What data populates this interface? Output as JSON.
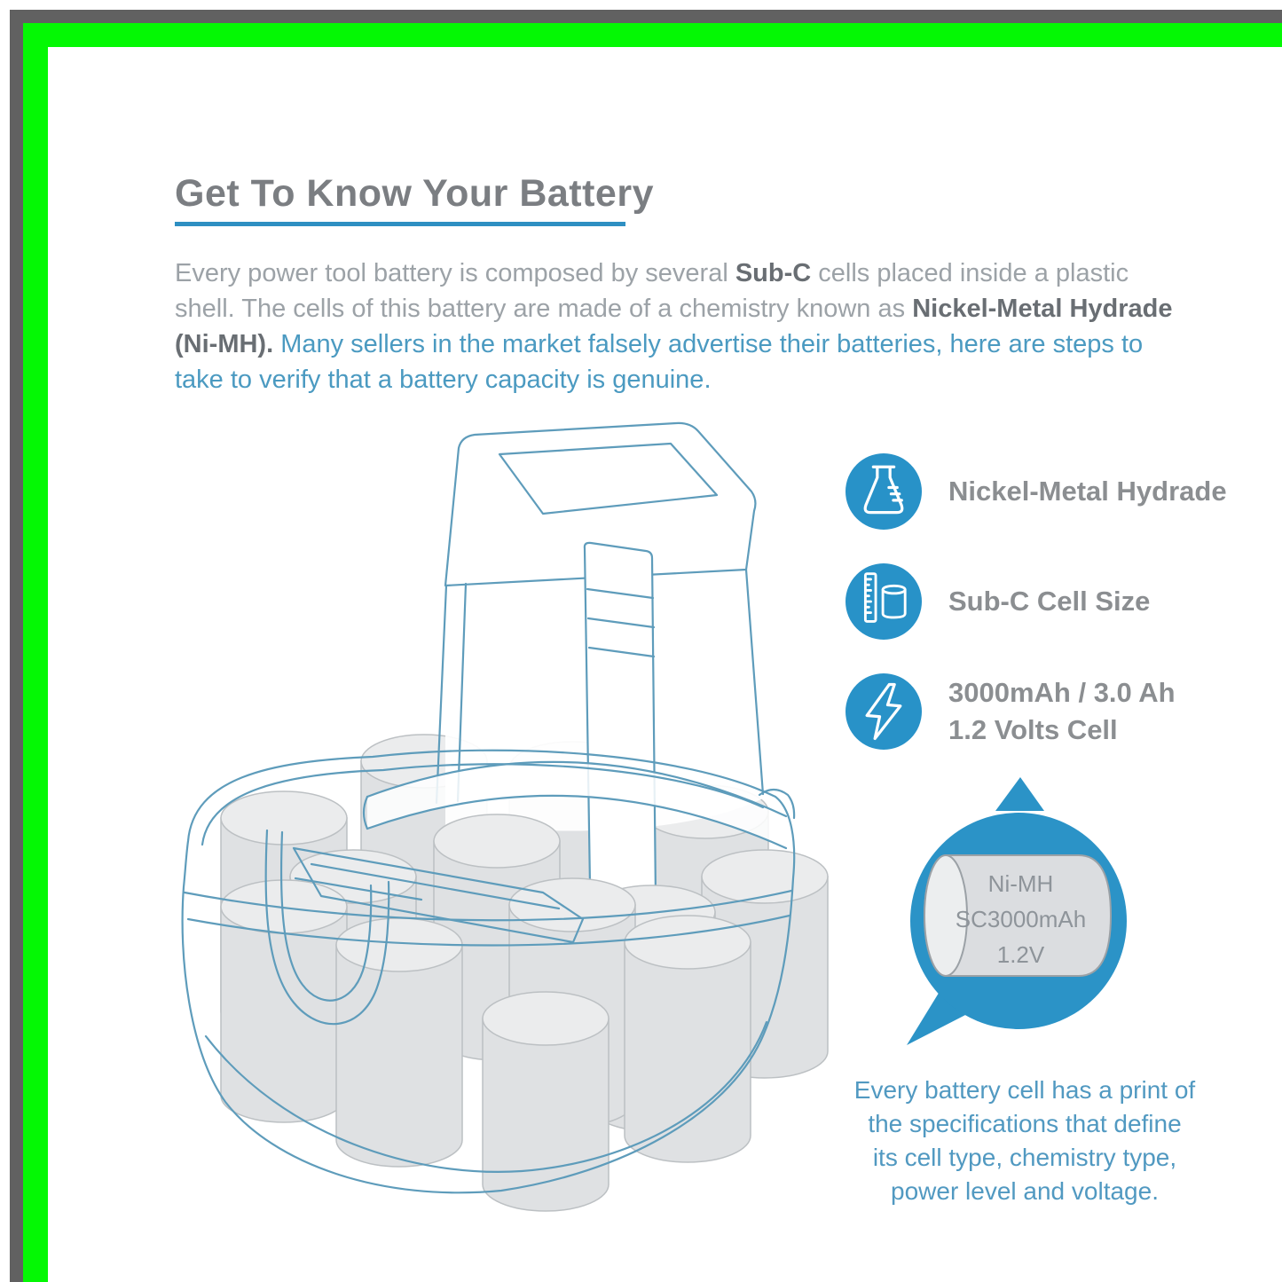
{
  "header": {
    "title": "Get To Know Your Battery"
  },
  "intro": {
    "lines": [
      [
        {
          "text": "Every power tool battery is composed by several ",
          "style": "normal"
        },
        {
          "text": "Sub-C",
          "style": "bold"
        },
        {
          "text": " cells placed inside a plastic",
          "style": "normal"
        }
      ],
      [
        {
          "text": "shell. The cells of this battery are made of a chemistry known as ",
          "style": "normal"
        },
        {
          "text": "Nickel-Metal Hydrade",
          "style": "bold"
        }
      ],
      [
        {
          "text": "(Ni-MH).",
          "style": "bold"
        },
        {
          "text": " Many sellers in the market falsely advertise their batteries, here are steps to",
          "style": "blue"
        }
      ],
      [
        {
          "text": "take to verify that a battery capacity is genuine.",
          "style": "blue"
        }
      ]
    ]
  },
  "features": [
    {
      "icon": "flask-icon",
      "lines": [
        "Nickel-Metal Hydrade"
      ]
    },
    {
      "icon": "ruler-cell-icon",
      "lines": [
        "Sub-C Cell Size"
      ]
    },
    {
      "icon": "lightning-icon",
      "lines": [
        "3000mAh / 3.0 Ah",
        "1.2 Volts Cell"
      ]
    }
  ],
  "cell_bubble": {
    "lines": [
      "Ni-MH",
      "SC3000mAh",
      "1.2V"
    ]
  },
  "caption": {
    "lines": [
      "Every battery cell has a print of",
      "the specifications that define",
      "its cell type, chemistry type,",
      "power level and voltage."
    ]
  },
  "colors": {
    "frame_gray": "#616161",
    "frame_green": "#04f804",
    "accent_blue": "#2892c8",
    "underline_blue": "#2e8fc2",
    "line_blue": "#5e9cbb",
    "text_blue": "#4b9ac1",
    "title_gray": "#7b7e82",
    "body_gray": "#9ca2a7"
  }
}
